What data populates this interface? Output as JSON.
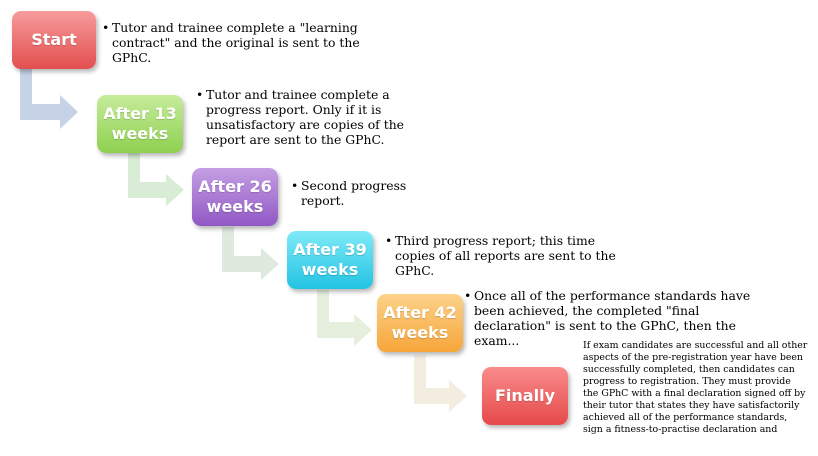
{
  "stages": [
    {
      "label": "Start",
      "color_top": "#f79b9b",
      "color_bottom": "#e34f4f",
      "arrow_color": "#c6d2e6",
      "text": "Tutor and trainee complete a \"learning contract\" and the original is sent to the GPhC."
    },
    {
      "label": "After 13 weeks",
      "color_top": "#c6ec9c",
      "color_bottom": "#8ed04f",
      "arrow_color": "#d9ecd5",
      "text": "Tutor and trainee complete a progress report. Only if it is unsatisfactory are copies of the report are sent to the GPhC."
    },
    {
      "label": "After 26 weeks",
      "color_top": "#c49fe3",
      "color_bottom": "#9058c4",
      "arrow_color": "#dfeadf",
      "text": "Second progress report."
    },
    {
      "label": "After 39 weeks",
      "color_top": "#7feaf7",
      "color_bottom": "#22c3e3",
      "arrow_color": "#e6efde",
      "text": "Third progress report; this time copies of all reports are sent to the GPhC."
    },
    {
      "label": "After 42 weeks",
      "color_top": "#fcd28a",
      "color_bottom": "#f7a63a",
      "arrow_color": "#f3ede0",
      "text": "Once all of the performance standards have been achieved, the completed \"final declaration\" is sent to the GPhC, then the exam..."
    },
    {
      "label": "Finally",
      "color_top": "#f98c8c",
      "color_bottom": "#e64949",
      "arrow_color": "#ffffff",
      "text": "If exam candidates are successful and all other aspects of the pre-registration year have been successfully completed, then candidates can progress to registration. They must provide the GPhC with a final declaration signed off by their tutor that states they have satisfactorily achieved all of the performance standards, sign a fitness-to-practise declaration and"
    }
  ]
}
